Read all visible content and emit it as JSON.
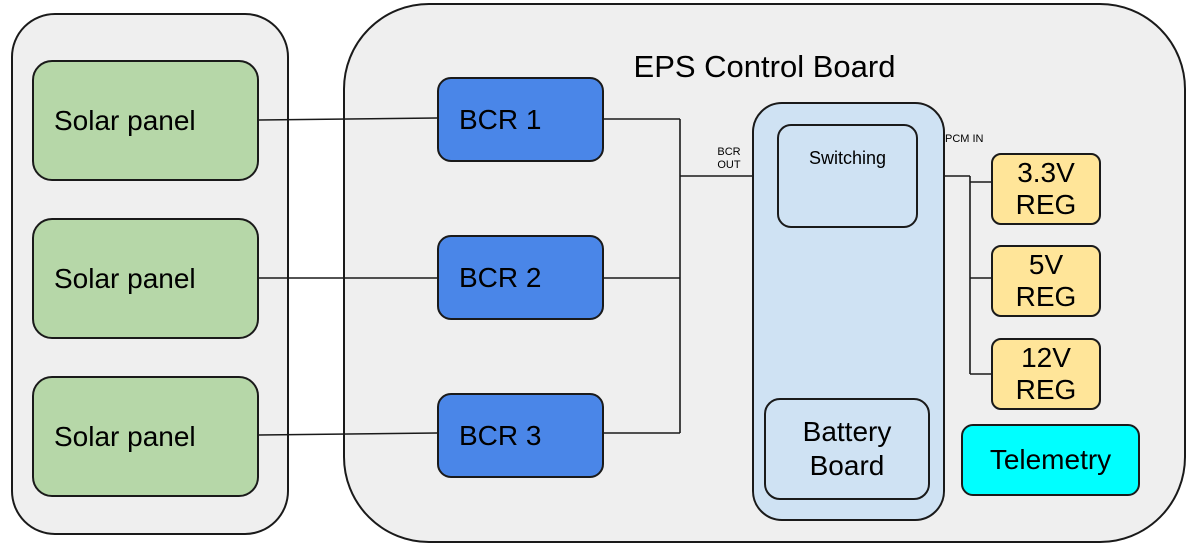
{
  "solar_panels": [
    {
      "label": "Solar panel"
    },
    {
      "label": "Solar panel"
    },
    {
      "label": "Solar panel"
    }
  ],
  "eps_board": {
    "title": "EPS Control Board"
  },
  "bcrs": [
    {
      "label": "BCR 1"
    },
    {
      "label": "BCR 2"
    },
    {
      "label": "BCR 3"
    }
  ],
  "bcr_out_label": {
    "line1": "BCR",
    "line2": "OUT"
  },
  "pcm_in_label": "PCM IN",
  "switching": {
    "label": "Switching"
  },
  "battery_board": {
    "line1": "Battery",
    "line2": "Board"
  },
  "regulators": [
    {
      "line1": "3.3V",
      "line2": "REG"
    },
    {
      "line1": "5V",
      "line2": "REG"
    },
    {
      "line1": "12V",
      "line2": "REG"
    }
  ],
  "telemetry": {
    "label": "Telemetry"
  },
  "colors": {
    "solar_fill": "#b6d7a8",
    "bcr_fill": "#4a86e8",
    "stack_fill": "#cfe2f3",
    "regulator_fill": "#ffe599",
    "telemetry_fill": "#00ffff",
    "container_fill": "#efefef"
  }
}
